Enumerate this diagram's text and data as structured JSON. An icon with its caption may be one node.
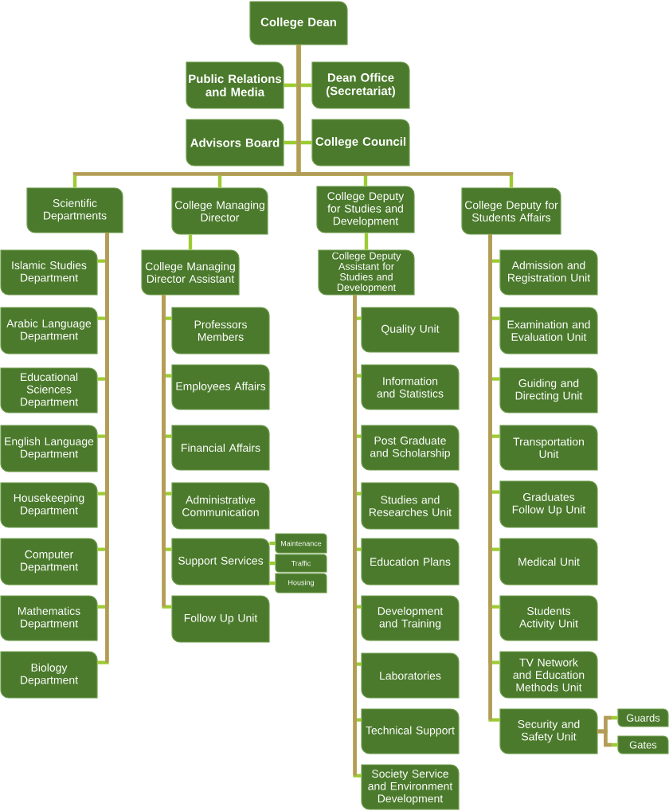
{
  "diagram": {
    "nodes": [
      {
        "text": [
          "College Dean"
        ]
      },
      {
        "text": [
          "Public Relations and Media"
        ]
      },
      {
        "text": [
          "Dean Office (Secretariat)"
        ]
      },
      {
        "text": [
          "Advisors Board"
        ]
      },
      {
        "text": [
          "College Council"
        ]
      },
      {
        "text": [
          "Scientific Departments"
        ]
      },
      {
        "text": [
          "College Managing Director"
        ]
      },
      {
        "text": [
          "College Deputy for Studies and Development"
        ]
      },
      {
        "text": [
          "College Deputy for Students Affairs"
        ]
      },
      {
        "text": [
          "Islamic Studies Department"
        ]
      },
      {
        "text": [
          "Arabic Language Department"
        ]
      },
      {
        "text": [
          "Educational Sciences Department"
        ]
      },
      {
        "text": [
          "English Language Department"
        ]
      },
      {
        "text": [
          "Housekeeping Department"
        ]
      },
      {
        "text": [
          "Computer Department"
        ]
      },
      {
        "text": [
          "Mathematics Department"
        ]
      },
      {
        "text": [
          "Biology Department"
        ]
      },
      {
        "text": [
          "College Managing Director Assistant"
        ]
      },
      {
        "text": [
          "Professors Members"
        ]
      },
      {
        "text": [
          "Employees Affairs"
        ]
      },
      {
        "text": [
          "Financial Affairs"
        ]
      },
      {
        "text": [
          "Administrative Communication"
        ]
      },
      {
        "text": [
          "Support Services"
        ]
      },
      {
        "text": [
          "Maintenance"
        ]
      },
      {
        "text": [
          "Traffic"
        ]
      },
      {
        "text": [
          "Housing"
        ]
      },
      {
        "text": [
          "Follow Up Unit"
        ]
      },
      {
        "text": [
          "College Deputy Assistant for Studies and Development"
        ]
      },
      {
        "text": [
          "Quality Unit"
        ]
      },
      {
        "text": [
          "Information and Statistics"
        ]
      },
      {
        "text": [
          "Post Graduate and Scholarship"
        ]
      },
      {
        "text": [
          "Studies and Researches Unit"
        ]
      },
      {
        "text": [
          "Education Plans"
        ]
      },
      {
        "text": [
          "Development and Training"
        ]
      },
      {
        "text": [
          "Laboratories"
        ]
      },
      {
        "text": [
          "Technical Support"
        ]
      },
      {
        "text": [
          "Society Service and Environment Development"
        ]
      },
      {
        "text": [
          "Admission and Registration Unit"
        ]
      },
      {
        "text": [
          "Examination and Evaluation Unit"
        ]
      },
      {
        "text": [
          "Guiding and Directing Unit"
        ]
      },
      {
        "text": [
          "Transportation Unit"
        ]
      },
      {
        "text": [
          "Graduates Follow Up Unit"
        ]
      },
      {
        "text": [
          "Medical Unit"
        ]
      },
      {
        "text": [
          "Students Activity Unit"
        ]
      },
      {
        "text": [
          "TV Network and Education Methods Unit"
        ]
      },
      {
        "text": [
          "Security and Safety Unit"
        ]
      },
      {
        "text": [
          "Guards"
        ]
      },
      {
        "text": [
          "Gates"
        ]
      }
    ],
    "edges": [
      {
        "from": 0,
        "to": 1,
        "arrow": "none"
      },
      {
        "from": 0,
        "to": 2,
        "arrow": "none"
      },
      {
        "from": 0,
        "to": 3,
        "arrow": "none"
      },
      {
        "from": 0,
        "to": 4,
        "arrow": "none"
      },
      {
        "from": 0,
        "to": 5,
        "arrow": "none"
      },
      {
        "from": 0,
        "to": 6,
        "arrow": "none"
      },
      {
        "from": 0,
        "to": 7,
        "arrow": "none"
      },
      {
        "from": 0,
        "to": 8,
        "arrow": "none"
      },
      {
        "from": 5,
        "to": 9,
        "arrow": "none"
      },
      {
        "from": 5,
        "to": 10,
        "arrow": "none"
      },
      {
        "from": 5,
        "to": 11,
        "arrow": "none"
      },
      {
        "from": 5,
        "to": 12,
        "arrow": "none"
      },
      {
        "from": 5,
        "to": 13,
        "arrow": "none"
      },
      {
        "from": 5,
        "to": 14,
        "arrow": "none"
      },
      {
        "from": 5,
        "to": 15,
        "arrow": "none"
      },
      {
        "from": 5,
        "to": 16,
        "arrow": "none"
      },
      {
        "from": 6,
        "to": 17,
        "arrow": "none"
      },
      {
        "from": 17,
        "to": 18,
        "arrow": "none"
      },
      {
        "from": 17,
        "to": 19,
        "arrow": "none"
      },
      {
        "from": 17,
        "to": 20,
        "arrow": "none"
      },
      {
        "from": 17,
        "to": 21,
        "arrow": "none"
      },
      {
        "from": 17,
        "to": 22,
        "arrow": "none"
      },
      {
        "from": 22,
        "to": 23,
        "arrow": "none"
      },
      {
        "from": 22,
        "to": 24,
        "arrow": "none"
      },
      {
        "from": 22,
        "to": 25,
        "arrow": "none"
      },
      {
        "from": 17,
        "to": 26,
        "arrow": "none"
      },
      {
        "from": 7,
        "to": 27,
        "arrow": "none"
      },
      {
        "from": 27,
        "to": 28,
        "arrow": "none"
      },
      {
        "from": 27,
        "to": 29,
        "arrow": "none"
      },
      {
        "from": 27,
        "to": 30,
        "arrow": "none"
      },
      {
        "from": 27,
        "to": 31,
        "arrow": "none"
      },
      {
        "from": 27,
        "to": 32,
        "arrow": "none"
      },
      {
        "from": 27,
        "to": 33,
        "arrow": "none"
      },
      {
        "from": 27,
        "to": 34,
        "arrow": "none"
      },
      {
        "from": 27,
        "to": 35,
        "arrow": "none"
      },
      {
        "from": 27,
        "to": 36,
        "arrow": "none"
      },
      {
        "from": 8,
        "to": 37,
        "arrow": "none"
      },
      {
        "from": 8,
        "to": 38,
        "arrow": "none"
      },
      {
        "from": 8,
        "to": 39,
        "arrow": "none"
      },
      {
        "from": 8,
        "to": 40,
        "arrow": "none"
      },
      {
        "from": 8,
        "to": 41,
        "arrow": "none"
      },
      {
        "from": 8,
        "to": 42,
        "arrow": "none"
      },
      {
        "from": 8,
        "to": 43,
        "arrow": "none"
      },
      {
        "from": 8,
        "to": 44,
        "arrow": "none"
      },
      {
        "from": 8,
        "to": 45,
        "arrow": "none"
      },
      {
        "from": 45,
        "to": 46,
        "arrow": "none"
      },
      {
        "from": 45,
        "to": 47,
        "arrow": "none"
      }
    ]
  }
}
